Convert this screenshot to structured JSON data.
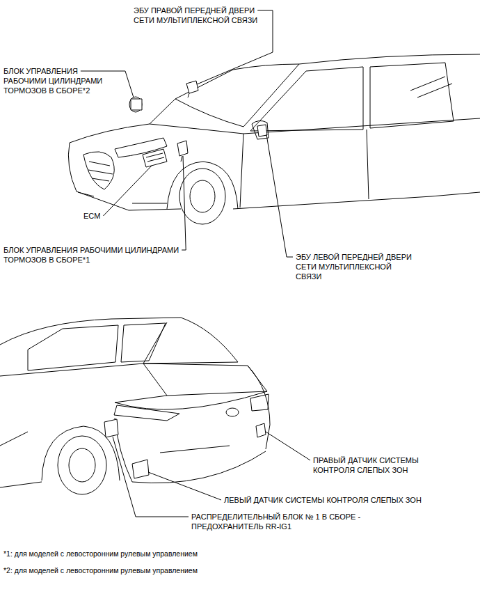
{
  "diagram": {
    "labels": [
      "ЭБУ ПРАВОЙ ПЕРЕДНЕЙ ДВЕРИ СЕТИ МУЛЬТИПЛЕКСНОЙ СВЯЗИ",
      "БЛОК УПРАВЛЕНИЯ РАБОЧИМИ ЦИЛИНДРАМИ ТОРМОЗОВ В СБОРЕ*2",
      "ECM",
      "БЛОК УПРАВЛЕНИЯ РАБОЧИМИ ЦИЛИНДРАМИ ТОРМОЗОВ В СБОРЕ*1",
      "ЭБУ ЛЕВОЙ ПЕРЕДНЕЙ ДВЕРИ СЕТИ МУЛЬТИПЛЕКСНОЙ СВЯЗИ",
      "ПРАВЫЙ ДАТЧИК СИСТЕМЫ КОНТРОЛЯ СЛЕПЫХ ЗОН",
      "ЛЕВЫЙ ДАТЧИК СИСТЕМЫ КОНТРОЛЯ СЛЕПЫХ ЗОН",
      "РАСПРЕДЕЛИТЕЛЬНЫЙ БЛОК № 1 В СБОРЕ - ПРЕДОХРАНИТЕЛЬ RR-IG1",
      "*1: для моделей с левосторонним рулевым управлением",
      "*2: для моделей с левосторонним рулевым управлением"
    ]
  }
}
